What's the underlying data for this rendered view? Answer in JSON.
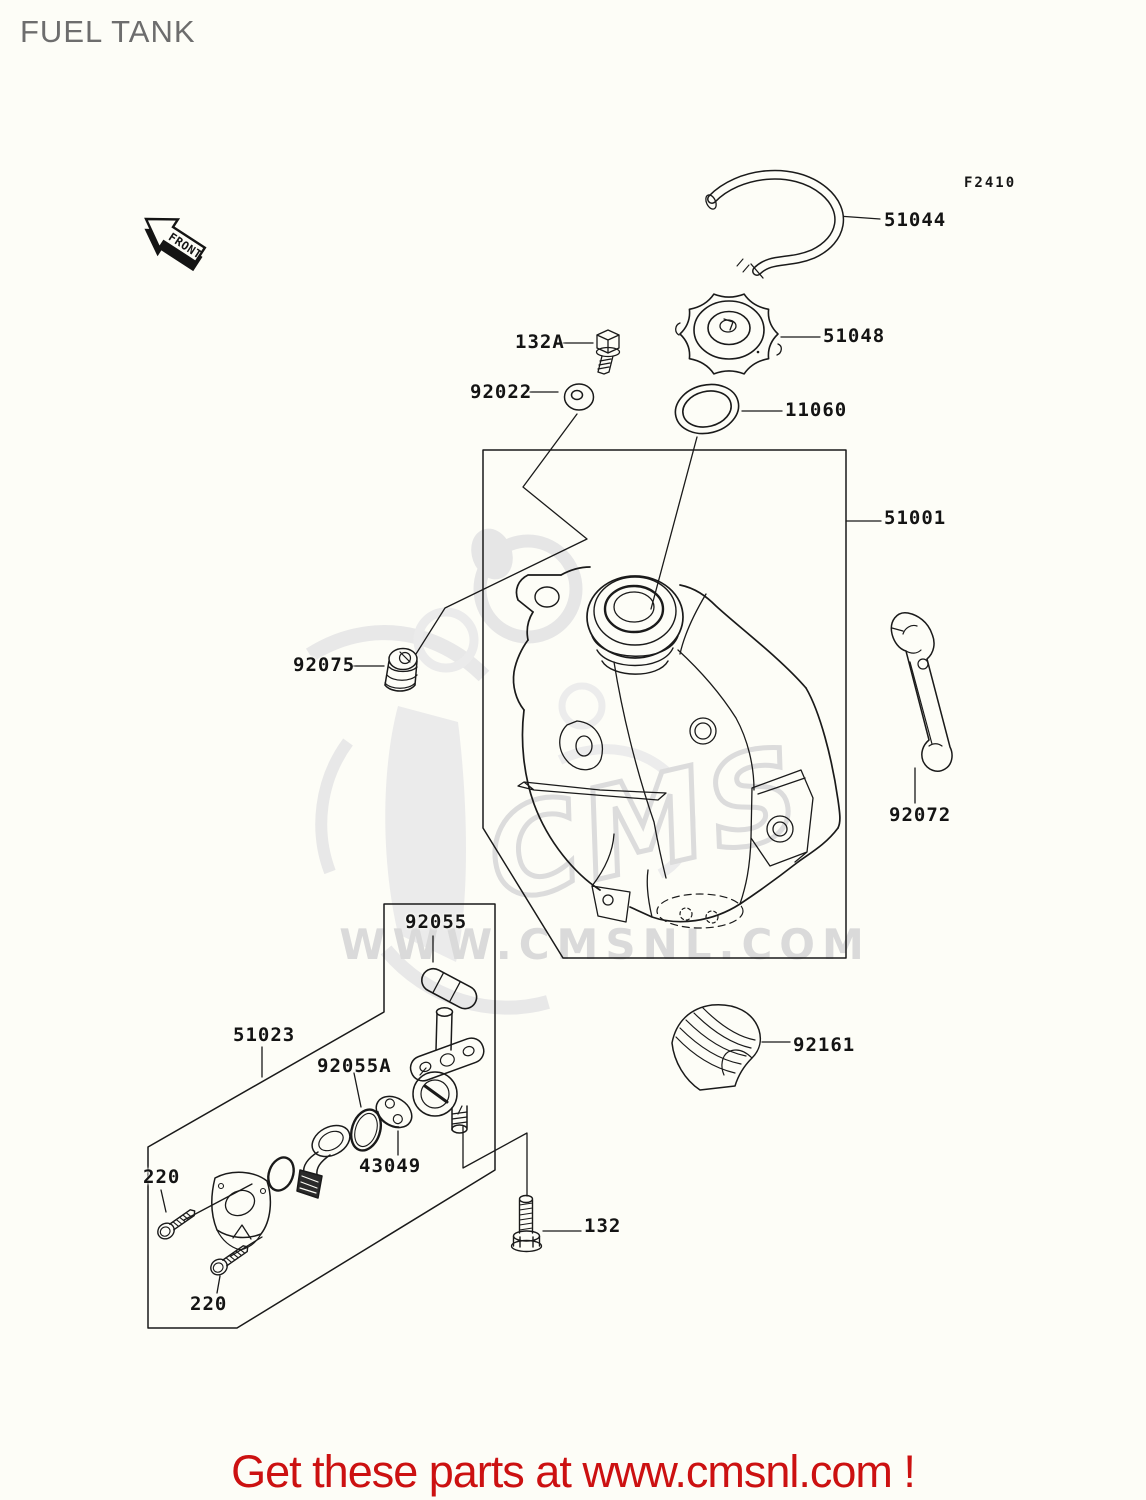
{
  "page": {
    "title": "FUEL TANK",
    "figure_code": "F2410",
    "front_label": "FRONT",
    "footer_text": "Get these parts at www.cmsnl.com !",
    "watermark_band": "WWW.CMSNL.COM",
    "watermark_letters": "CMS"
  },
  "colors": {
    "background": "#fdfdf7",
    "line": "#1a1a1a",
    "title_gray": "#6d6d6d",
    "footer_red": "#cc1111",
    "watermark_gray": "#dcdcdc"
  },
  "parts": [
    {
      "label": "51044"
    },
    {
      "label": "51048"
    },
    {
      "label": "11060"
    },
    {
      "label": "132A"
    },
    {
      "label": "92022"
    },
    {
      "label": "51001"
    },
    {
      "label": "92075"
    },
    {
      "label": "92072"
    },
    {
      "label": "92055"
    },
    {
      "label": "51023"
    },
    {
      "label": "92055A"
    },
    {
      "label": "43049"
    },
    {
      "label": "220"
    },
    {
      "label": "220"
    },
    {
      "label": "132"
    },
    {
      "label": "92161"
    }
  ]
}
